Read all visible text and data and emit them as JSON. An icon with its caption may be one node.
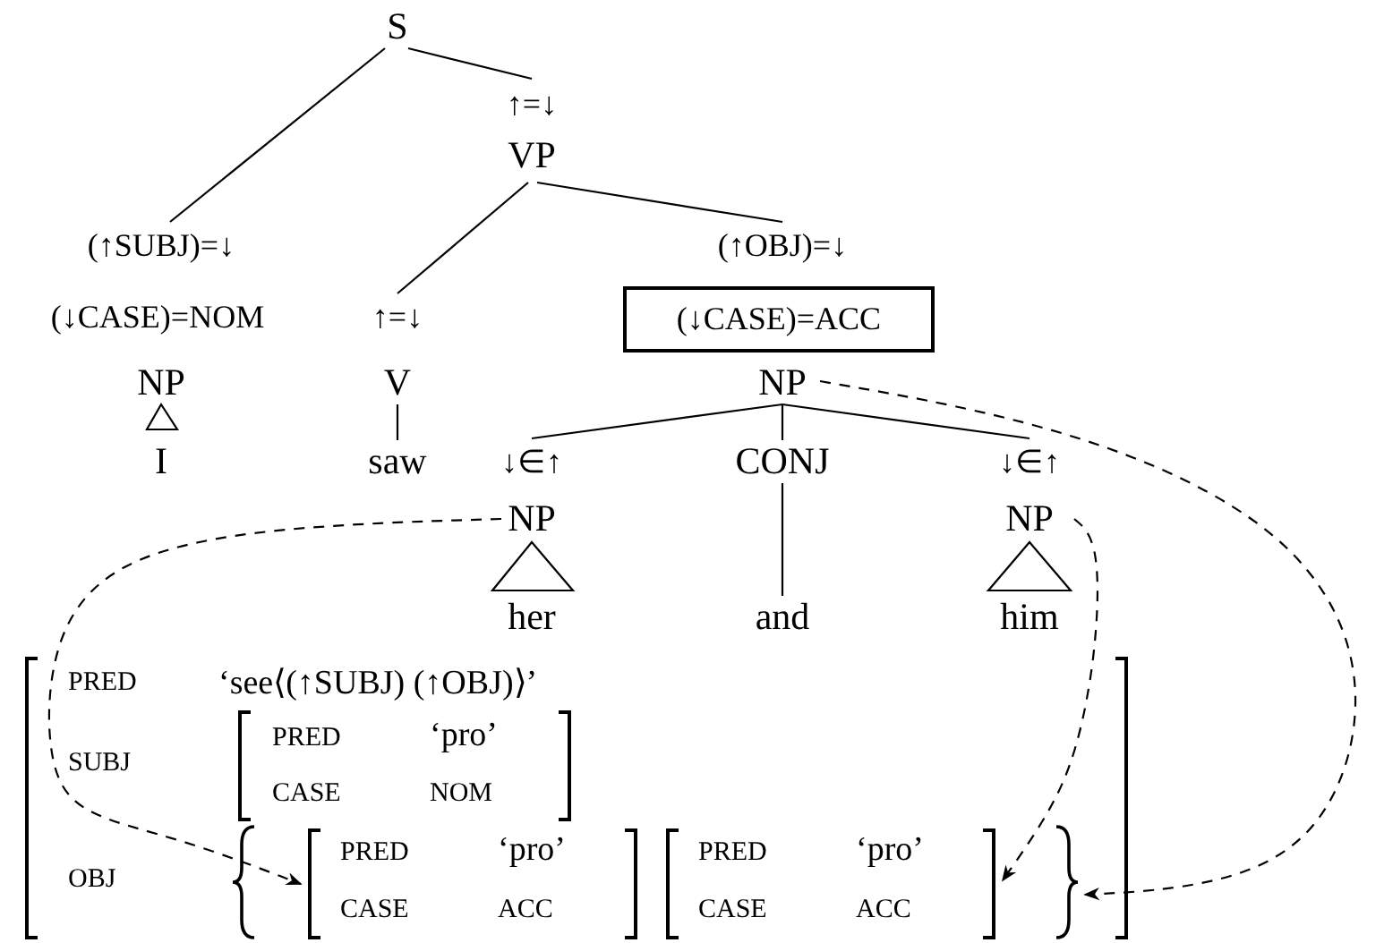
{
  "diagram": {
    "nodes": [
      {
        "text": [
          "S"
        ]
      },
      {
        "text": [
          "↑=↓",
          "VP"
        ]
      },
      {
        "text": [
          "(↑SUBJ)=↓",
          "(↓CASE)=NOM",
          "NP"
        ]
      },
      {
        "text": [
          "↑=↓",
          "V"
        ]
      },
      {
        "text": [
          "(↑OBJ)=↓",
          "NP"
        ]
      },
      {
        "text": [
          "(↓CASE)=ACC"
        ],
        "in": 4
      },
      {
        "text": [
          "I"
        ]
      },
      {
        "text": [
          "saw"
        ]
      },
      {
        "text": [
          "↓∈↑",
          "NP"
        ]
      },
      {
        "text": [
          "CONJ"
        ]
      },
      {
        "text": [
          "↓∈↑",
          "NP"
        ]
      },
      {
        "text": [
          "her"
        ]
      },
      {
        "text": [
          "and"
        ]
      },
      {
        "text": [
          "him"
        ]
      },
      {
        "text": [
          "PRED",
          "‘see⟨(↑SUBJ) (↑OBJ)⟩’",
          "SUBJ",
          "OBJ"
        ]
      },
      {
        "text": [
          "PRED",
          "‘pro’",
          "CASE",
          "NOM"
        ],
        "in": 14
      },
      {
        "text": [],
        "shape": "brace",
        "in": 14
      },
      {
        "text": [
          "PRED",
          "‘pro’",
          "CASE",
          "ACC"
        ],
        "in": 16
      },
      {
        "text": [
          "PRED",
          "‘pro’",
          "CASE",
          "ACC"
        ],
        "in": 16
      }
    ],
    "edges": [
      {
        "from": 0,
        "to": 2,
        "arrow": "none"
      },
      {
        "from": 0,
        "to": 1,
        "arrow": "none"
      },
      {
        "from": 1,
        "to": 3,
        "arrow": "none"
      },
      {
        "from": 1,
        "to": 4,
        "arrow": "none"
      },
      {
        "from": 2,
        "to": 6,
        "arrow": "none"
      },
      {
        "from": 3,
        "to": 7,
        "arrow": "none"
      },
      {
        "from": 4,
        "to": 8,
        "arrow": "none"
      },
      {
        "from": 4,
        "to": 9,
        "arrow": "none"
      },
      {
        "from": 4,
        "to": 10,
        "arrow": "none"
      },
      {
        "from": 8,
        "to": 11,
        "arrow": "none"
      },
      {
        "from": 9,
        "to": 12,
        "arrow": "none"
      },
      {
        "from": 10,
        "to": 13,
        "arrow": "none"
      },
      {
        "from": 8,
        "to": 17,
        "arrow": "to",
        "style": "dashed"
      },
      {
        "from": 10,
        "to": 18,
        "arrow": "to",
        "style": "dashed"
      },
      {
        "from": 4,
        "to": 16,
        "arrow": "to",
        "style": "dashed"
      }
    ]
  }
}
